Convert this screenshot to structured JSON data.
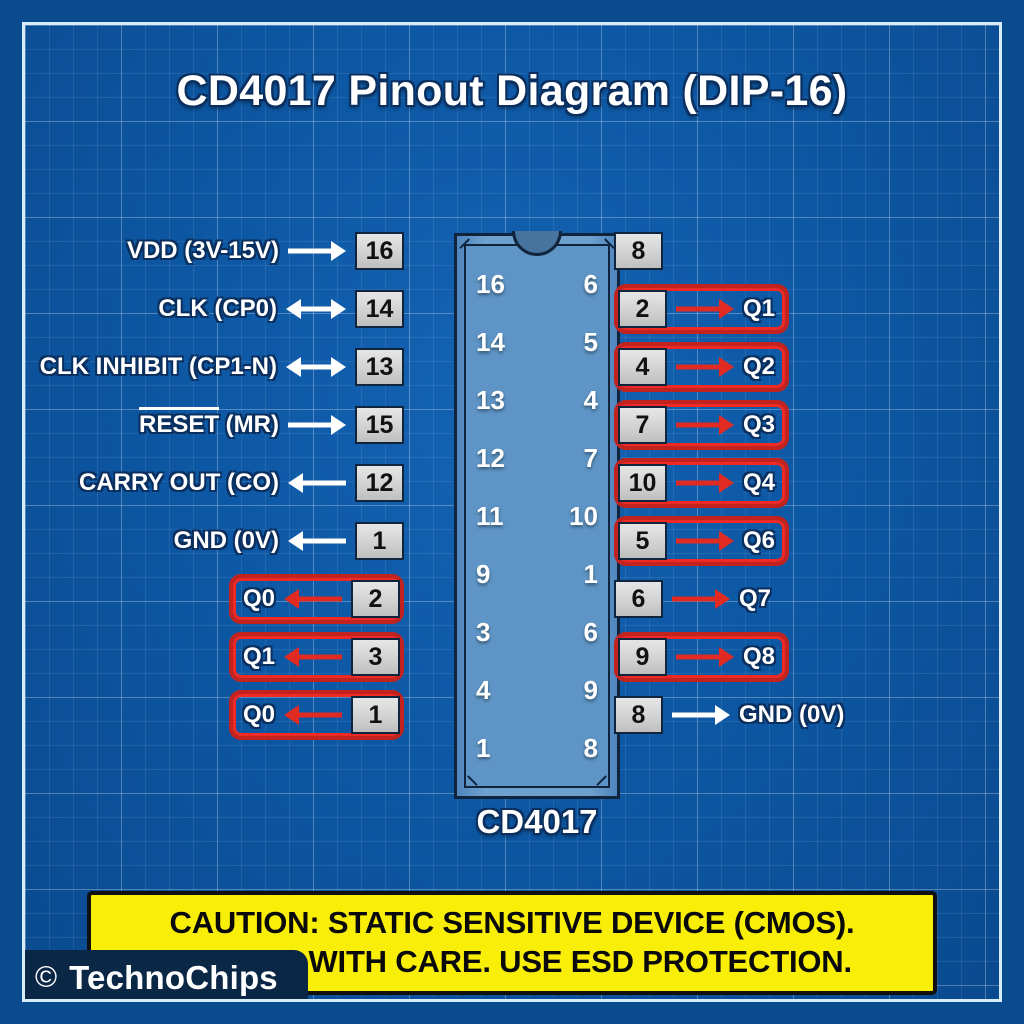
{
  "title": "CD4017 Pinout Diagram (DIP-16)",
  "chip": {
    "label": "CD4017",
    "package": "DIP-16",
    "inner_left_numbers": [
      "16",
      "14",
      "13",
      "12",
      "11",
      "9",
      "3",
      "4",
      "1"
    ],
    "inner_right_numbers": [
      "6",
      "5",
      "4",
      "7",
      "10",
      "1",
      "6",
      "9",
      "8"
    ]
  },
  "left_rows": [
    {
      "signal": "VDD (3V-15V)",
      "pin": "16",
      "arrow": "right",
      "arrow_color": "#ffffff",
      "highlight": false,
      "overline": false
    },
    {
      "signal": "CLK (CP0)",
      "pin": "14",
      "arrow": "bidirectional",
      "arrow_color": "#ffffff",
      "highlight": false,
      "overline": false
    },
    {
      "signal": "CLK INHIBIT (CP1-N)",
      "pin": "13",
      "arrow": "bidirectional",
      "arrow_color": "#ffffff",
      "highlight": false,
      "overline": false
    },
    {
      "signal": "RESET (MR)",
      "pin": "15",
      "arrow": "right",
      "arrow_color": "#ffffff",
      "highlight": false,
      "overline": true,
      "overline_text": "RESET",
      "rest_text": " (MR)"
    },
    {
      "signal": "CARRY OUT (CO)",
      "pin": "12",
      "arrow": "left",
      "arrow_color": "#ffffff",
      "highlight": false,
      "overline": false
    },
    {
      "signal": "GND (0V)",
      "pin": "1",
      "arrow": "left",
      "arrow_color": "#ffffff",
      "highlight": false,
      "overline": false
    },
    {
      "signal": "Q0",
      "pin": "2",
      "arrow": "left",
      "arrow_color": "#e02a22",
      "highlight": true,
      "overline": false
    },
    {
      "signal": "Q1",
      "pin": "3",
      "arrow": "left",
      "arrow_color": "#e02a22",
      "highlight": true,
      "overline": false
    },
    {
      "signal": "Q0",
      "pin": "1",
      "arrow": "left",
      "arrow_color": "#e02a22",
      "highlight": true,
      "overline": false
    }
  ],
  "right_rows": [
    {
      "signal": "",
      "pin": "8",
      "arrow": "none",
      "arrow_color": "#ffffff",
      "highlight": false
    },
    {
      "signal": "Q1",
      "pin": "2",
      "arrow": "right",
      "arrow_color": "#e02a22",
      "highlight": true
    },
    {
      "signal": "Q2",
      "pin": "4",
      "arrow": "right",
      "arrow_color": "#e02a22",
      "highlight": true
    },
    {
      "signal": "Q3",
      "pin": "7",
      "arrow": "right",
      "arrow_color": "#e02a22",
      "highlight": true
    },
    {
      "signal": "Q4",
      "pin": "10",
      "arrow": "right",
      "arrow_color": "#e02a22",
      "highlight": true
    },
    {
      "signal": "Q6",
      "pin": "5",
      "arrow": "right",
      "arrow_color": "#e02a22",
      "highlight": true
    },
    {
      "signal": "Q7",
      "pin": "6",
      "arrow": "right",
      "arrow_color": "#e02a22",
      "highlight": false
    },
    {
      "signal": "Q8",
      "pin": "9",
      "arrow": "right",
      "arrow_color": "#e02a22",
      "highlight": true
    },
    {
      "signal": "GND (0V)",
      "pin": "8",
      "arrow": "right",
      "arrow_color": "#ffffff",
      "highlight": false
    }
  ],
  "caution": {
    "line1": "CAUTION: STATIC SENSITIVE DEVICE (CMOS).",
    "line2": "HANDLE WITH CARE. USE ESD PROTECTION."
  },
  "watermark": {
    "copyright_symbol": "©",
    "name": "TechnoChips"
  },
  "colors": {
    "background_blue": "#0d58a4",
    "frame_line": "#d9ecfb",
    "chip_body": "#5e95c6",
    "chip_outline": "#10243e",
    "pad_gray": "#d2d2d2",
    "highlight_red": "#ef2a24",
    "highlight_red_dark": "#c2231f",
    "caution_yellow": "#f9ee07",
    "watermark_navy": "#0b2746"
  }
}
